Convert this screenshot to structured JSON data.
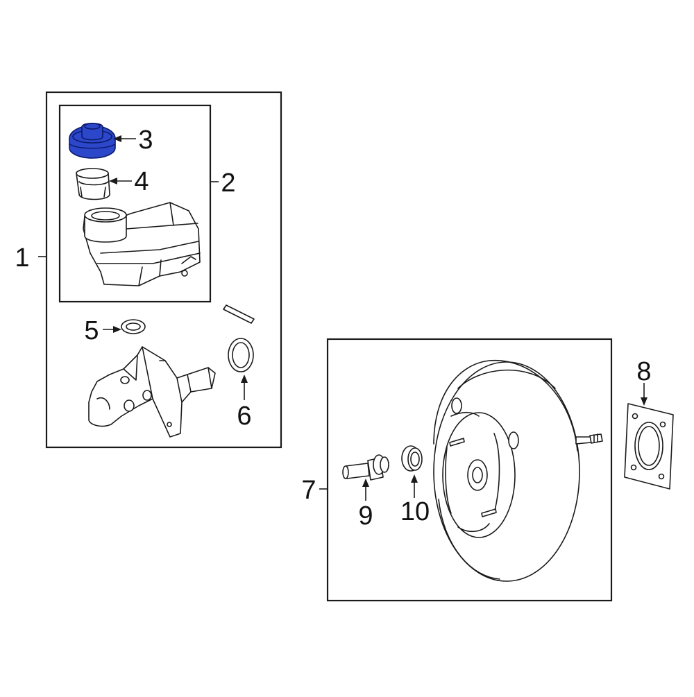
{
  "callouts": {
    "c1": "1",
    "c2": "2",
    "c3": "3",
    "c4": "4",
    "c5": "5",
    "c6": "6",
    "c7": "7",
    "c8": "8",
    "c9": "9",
    "c10": "10"
  },
  "colors": {
    "highlight_fill": "#2c47c9",
    "highlight_stroke": "#0b1a6b",
    "line": "#1a1a1a",
    "background": "#ffffff"
  },
  "highlighted_part": "3"
}
